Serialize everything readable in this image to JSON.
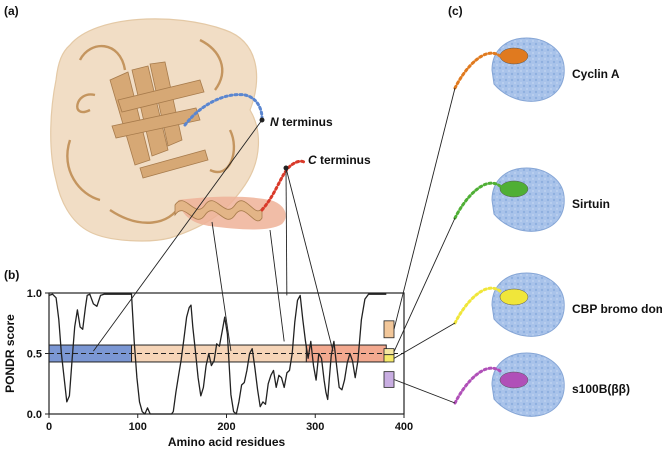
{
  "panels": {
    "a": "(a)",
    "b": "(b)",
    "c": "(c)"
  },
  "structure": {
    "n_terminus": {
      "italic": "N",
      "rest": " terminus"
    },
    "c_terminus": {
      "italic": "C",
      "rest": " terminus"
    }
  },
  "chart_data": {
    "type": "line",
    "xlabel": "Amino acid residues",
    "ylabel": "PONDR score",
    "xlim": [
      0,
      400
    ],
    "ylim": [
      0,
      1
    ],
    "xticks": [
      "0",
      "100",
      "200",
      "300",
      "400"
    ],
    "yticks": [
      "0.0",
      "0.5",
      "1.0"
    ],
    "threshold": 0.5,
    "grid": false,
    "regions": [
      {
        "name": "N-terminal",
        "x": [
          0,
          93
        ],
        "color": "#7b97d4"
      },
      {
        "name": "core",
        "x": [
          93,
          290
        ],
        "color": "#f6d5b8"
      },
      {
        "name": "C-terminal",
        "x": [
          290,
          380
        ],
        "color": "#f3a98f"
      }
    ],
    "series": [
      {
        "values": [
          [
            0,
            0.98
          ],
          [
            4,
            0.99
          ],
          [
            8,
            0.96
          ],
          [
            11,
            0.78
          ],
          [
            14,
            0.5
          ],
          [
            17,
            0.3
          ],
          [
            20,
            0.1
          ],
          [
            23,
            0.15
          ],
          [
            26,
            0.45
          ],
          [
            29,
            0.72
          ],
          [
            32,
            0.86
          ],
          [
            35,
            0.72
          ],
          [
            38,
            0.7
          ],
          [
            41,
            0.88
          ],
          [
            43,
            0.98
          ],
          [
            46,
            0.99
          ],
          [
            50,
            0.91
          ],
          [
            54,
            0.89
          ],
          [
            58,
            0.98
          ],
          [
            62,
            0.99
          ],
          [
            70,
            0.99
          ],
          [
            80,
            0.99
          ],
          [
            90,
            0.99
          ],
          [
            93,
            0.99
          ],
          [
            96,
            0.6
          ],
          [
            99,
            0.3
          ],
          [
            102,
            0.1
          ],
          [
            105,
            0.02
          ],
          [
            108,
            0.0
          ],
          [
            111,
            0.05
          ],
          [
            114,
            0.0
          ],
          [
            120,
            0.0
          ],
          [
            130,
            0.0
          ],
          [
            138,
            0.0
          ],
          [
            140,
            0.02
          ],
          [
            143,
            0.18
          ],
          [
            146,
            0.32
          ],
          [
            149,
            0.45
          ],
          [
            152,
            0.62
          ],
          [
            155,
            0.8
          ],
          [
            158,
            0.88
          ],
          [
            160,
            0.9
          ],
          [
            162,
            0.72
          ],
          [
            165,
            0.52
          ],
          [
            168,
            0.3
          ],
          [
            171,
            0.15
          ],
          [
            174,
            0.22
          ],
          [
            177,
            0.4
          ],
          [
            180,
            0.5
          ],
          [
            183,
            0.4
          ],
          [
            186,
            0.44
          ],
          [
            189,
            0.58
          ],
          [
            192,
            0.56
          ],
          [
            195,
            0.68
          ],
          [
            198,
            0.8
          ],
          [
            201,
            0.66
          ],
          [
            203,
            0.4
          ],
          [
            205,
            0.16
          ],
          [
            208,
            0.02
          ],
          [
            211,
            0.0
          ],
          [
            214,
            0.1
          ],
          [
            217,
            0.24
          ],
          [
            220,
            0.26
          ],
          [
            223,
            0.36
          ],
          [
            226,
            0.5
          ],
          [
            229,
            0.54
          ],
          [
            232,
            0.38
          ],
          [
            235,
            0.2
          ],
          [
            238,
            0.06
          ],
          [
            241,
            0.1
          ],
          [
            244,
            0.08
          ],
          [
            247,
            0.25
          ],
          [
            250,
            0.32
          ],
          [
            253,
            0.36
          ],
          [
            256,
            0.22
          ],
          [
            259,
            0.32
          ],
          [
            262,
            0.3
          ],
          [
            265,
            0.22
          ],
          [
            268,
            0.34
          ],
          [
            271,
            0.36
          ],
          [
            274,
            0.5
          ],
          [
            277,
            0.76
          ],
          [
            280,
            0.94
          ],
          [
            283,
            0.98
          ],
          [
            286,
            0.78
          ],
          [
            289,
            0.6
          ],
          [
            292,
            0.46
          ],
          [
            295,
            0.6
          ],
          [
            298,
            0.4
          ],
          [
            301,
            0.28
          ],
          [
            304,
            0.5
          ],
          [
            307,
            0.46
          ],
          [
            310,
            0.28
          ],
          [
            312,
            0.18
          ],
          [
            314,
            0.12
          ],
          [
            316,
            0.3
          ],
          [
            318,
            0.48
          ],
          [
            321,
            0.6
          ],
          [
            324,
            0.4
          ],
          [
            327,
            0.22
          ],
          [
            330,
            0.2
          ],
          [
            333,
            0.28
          ],
          [
            336,
            0.42
          ],
          [
            339,
            0.5
          ],
          [
            342,
            0.44
          ],
          [
            345,
            0.3
          ],
          [
            348,
            0.44
          ],
          [
            352,
            0.78
          ],
          [
            356,
            0.95
          ],
          [
            360,
            0.99
          ],
          [
            368,
            0.99
          ],
          [
            376,
            0.99
          ],
          [
            380,
            0.99
          ]
        ]
      }
    ],
    "complexes": [
      {
        "name": "Cyclin A",
        "peptide_color": "#e07a1f",
        "bar_color": "#f2c79a",
        "y": [
          0.63,
          0.77
        ]
      },
      {
        "name": "Sirtuin",
        "peptide_color": "#4faf35",
        "bar_color": "#f7e7a0",
        "y": [
          0.49,
          0.54
        ]
      },
      {
        "name": "CBP bromo domain",
        "peptide_color": "#f0e63a",
        "bar_color": "#f7ea6a",
        "y": [
          0.43,
          0.49
        ]
      },
      {
        "name": "s100B(ββ)",
        "peptide_color": "#b050b8",
        "bar_color": "#c9aee2",
        "y": [
          0.22,
          0.35
        ]
      }
    ]
  },
  "colors": {
    "protein_surface": "#a9c3ea",
    "structure_tan": "#ddb98c"
  }
}
